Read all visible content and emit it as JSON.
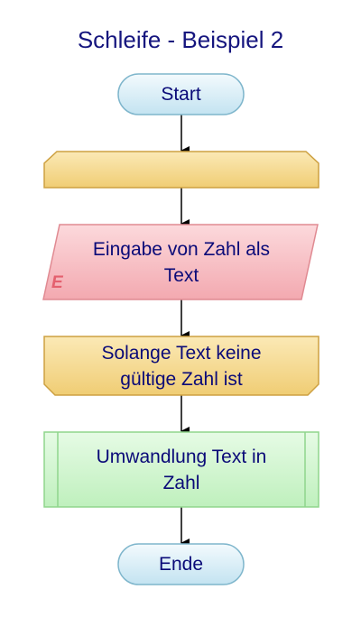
{
  "diagram": {
    "title": "Schleife - Beispiel 2",
    "start_label": "Start",
    "loop_head_label": "",
    "input_label_line1": "Eingabe von Zahl als",
    "input_label_line2": "Text",
    "input_marker": "E",
    "loop_condition_line1": "Solange Text keine",
    "loop_condition_line2": "gültige Zahl ist",
    "process_label_line1": "Umwandlung Text in",
    "process_label_line2": "Zahl",
    "end_label": "Ende"
  },
  "colors": {
    "title_text": "#15157e",
    "node_text": "#0a0a78",
    "terminal_fill": "#d4ecf6",
    "terminal_stroke": "#7fb6cc",
    "loop_fill": "#f6dc94",
    "loop_stroke": "#cda041",
    "input_fill": "#f8c2c7",
    "input_stroke": "#e08a92",
    "input_marker": "#e4606e",
    "process_fill": "#d1f6d0",
    "process_stroke": "#8fd58c",
    "connector": "#000000"
  }
}
